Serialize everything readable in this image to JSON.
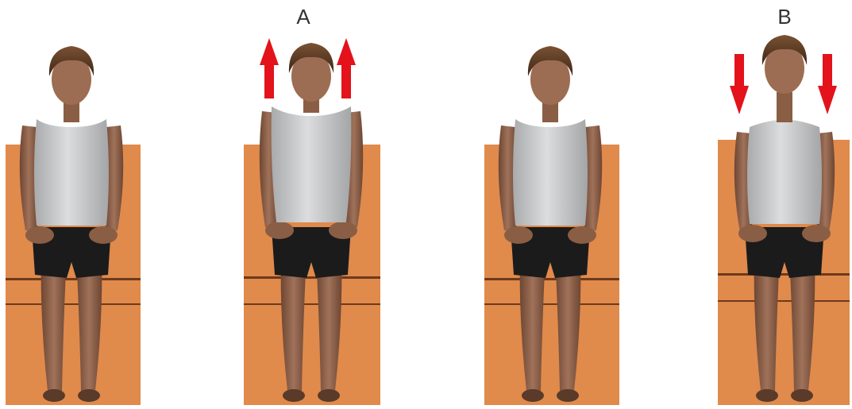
{
  "panels": [
    {
      "id": "baseline-1",
      "label": "",
      "arrow_direction": "none"
    },
    {
      "id": "shoulders-raised",
      "label": "A",
      "arrow_direction": "up"
    },
    {
      "id": "baseline-2",
      "label": "",
      "arrow_direction": "none"
    },
    {
      "id": "shoulders-depressed",
      "label": "B",
      "arrow_direction": "down"
    }
  ],
  "colors": {
    "chair": "#e08a4c",
    "chair_line": "#6e3a1a",
    "arrow": "#e3121b",
    "shirt": "#c8c9cb",
    "skin": "#8a5e44",
    "hair": "#5b3a22",
    "shorts": "#1b1b1b"
  }
}
